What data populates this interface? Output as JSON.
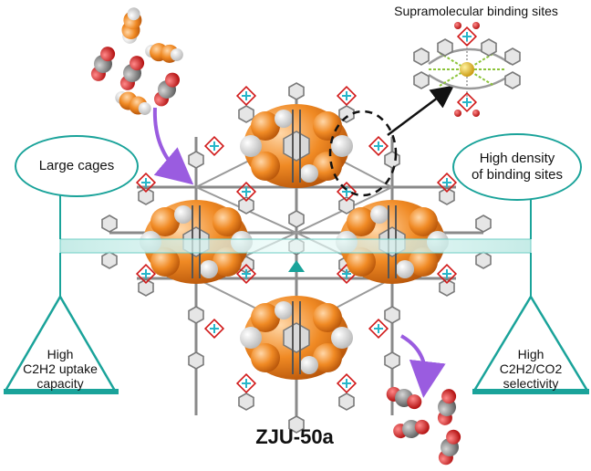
{
  "labels": {
    "top_title": "Supramolecular binding sites",
    "left_oval": "Large cages",
    "right_oval_line1": "High density",
    "right_oval_line2": "of binding sites",
    "left_tri_line1": "High",
    "left_tri_line2": "C2H2 uptake",
    "left_tri_line3": "capacity",
    "right_tri_line1": "High",
    "right_tri_line2": "C2H2/CO2",
    "right_tri_line3": "selectivity",
    "material": "ZJU-50a"
  },
  "colors": {
    "teal": "#1aa39a",
    "orange": "#f08a24",
    "gray": "#9a9a9a",
    "red": "#d01818",
    "purple": "#9a5ce0"
  }
}
